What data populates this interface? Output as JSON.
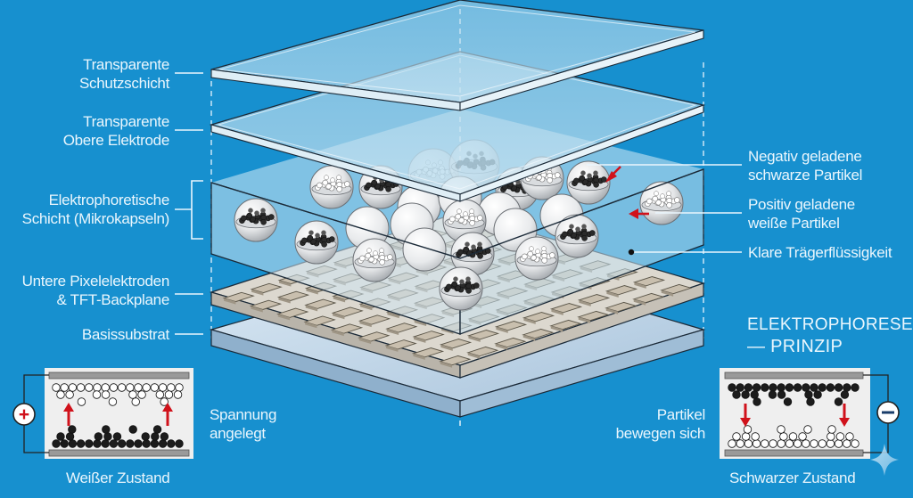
{
  "colors": {
    "background": "#1790cf",
    "label_text": "#eaf6fd",
    "glass_top": "#bfe0f0",
    "glass_edge": "#d9ecf5",
    "electrophoretic_layer": "#cfe7f4",
    "backplane": "#d8d4cb",
    "pixel_pad": "#c9bfae",
    "substrate": "#c5dcee",
    "arrow_red": "#d0121b",
    "particle_black": "#1c1c1c",
    "particle_white": "#ffffff",
    "panel_bg": "#efefef",
    "electrode_plate": "#9a9a9a"
  },
  "left_labels": [
    {
      "id": "schutzschicht",
      "lines": [
        "Transparente",
        "Schutzschicht"
      ]
    },
    {
      "id": "obere-elektrode",
      "lines": [
        "Transparente",
        "Obere Elektrode"
      ]
    },
    {
      "id": "elektrophoretische-schicht",
      "lines": [
        "Elektrophoretische",
        "Schicht (Mikrokapseln)"
      ]
    },
    {
      "id": "pixelelektroden",
      "lines": [
        "Untere Pixelelektroden",
        "& TFT-Backplane"
      ]
    },
    {
      "id": "basissubstrat",
      "lines": [
        "Basissubstrat"
      ]
    }
  ],
  "right_labels": [
    {
      "id": "schwarze-partikel",
      "lines": [
        "Negativ geladene",
        "schwarze Partikel"
      ]
    },
    {
      "id": "weisse-partikel",
      "lines": [
        "Positiv geladene",
        "weiße Partikel"
      ]
    },
    {
      "id": "traegerfluessigkeit",
      "lines": [
        "Klare Trägerflüssigkeit"
      ]
    }
  ],
  "principle_title": [
    "ELEKTROPHORESE",
    "— PRINZIP"
  ],
  "white_state": {
    "caption": "Weißer Zustand",
    "side_text": [
      "Spannung",
      "angelegt"
    ],
    "polarity_symbol": "+",
    "movement": "up"
  },
  "black_state": {
    "caption": "Schwarzer Zustand",
    "side_text": [
      "Partikel",
      "bewegen sich"
    ],
    "polarity_symbol": "−",
    "movement": "down"
  },
  "icons": {
    "watermark": "sparkle-icon"
  }
}
